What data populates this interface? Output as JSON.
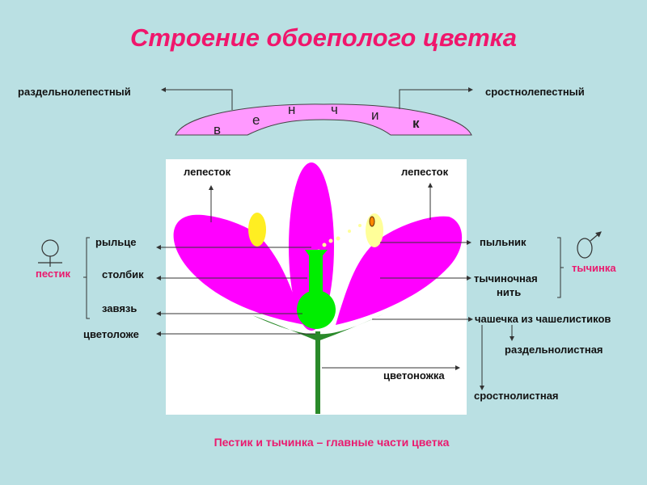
{
  "title": "Строение обоеполого цветка",
  "corolla": {
    "letters": [
      "в",
      "е",
      "н",
      "ч",
      "и",
      "к"
    ],
    "left_type": "раздельнолепестный",
    "right_type": "сростнолепестный"
  },
  "labels": {
    "petal_left": "лепесток",
    "petal_right": "лепесток",
    "stigma": "рыльце",
    "style": "столбик",
    "ovary": "завязь",
    "receptacle": "цветоложе",
    "pistil": "пестик",
    "anther": "пыльник",
    "filament_1": "тычиночная",
    "filament_2": "нить",
    "stamen": "тычинка",
    "calyx": "чашечка из чашелистиков",
    "calyx_separate": "раздельнолистная",
    "calyx_fused": "сростнолистная",
    "pedicel": "цветоножка"
  },
  "symbols": {
    "female": "female-symbol",
    "male": "male-symbol"
  },
  "footer": "Пестик и тычинка – главные части цветка",
  "colors": {
    "petal": "#ff00ff",
    "pistil": "#00ee00",
    "sepal": "#2a8a2a",
    "anther": "#ffee22",
    "accent": "#ea1a6e",
    "background": "#bae0e3"
  }
}
